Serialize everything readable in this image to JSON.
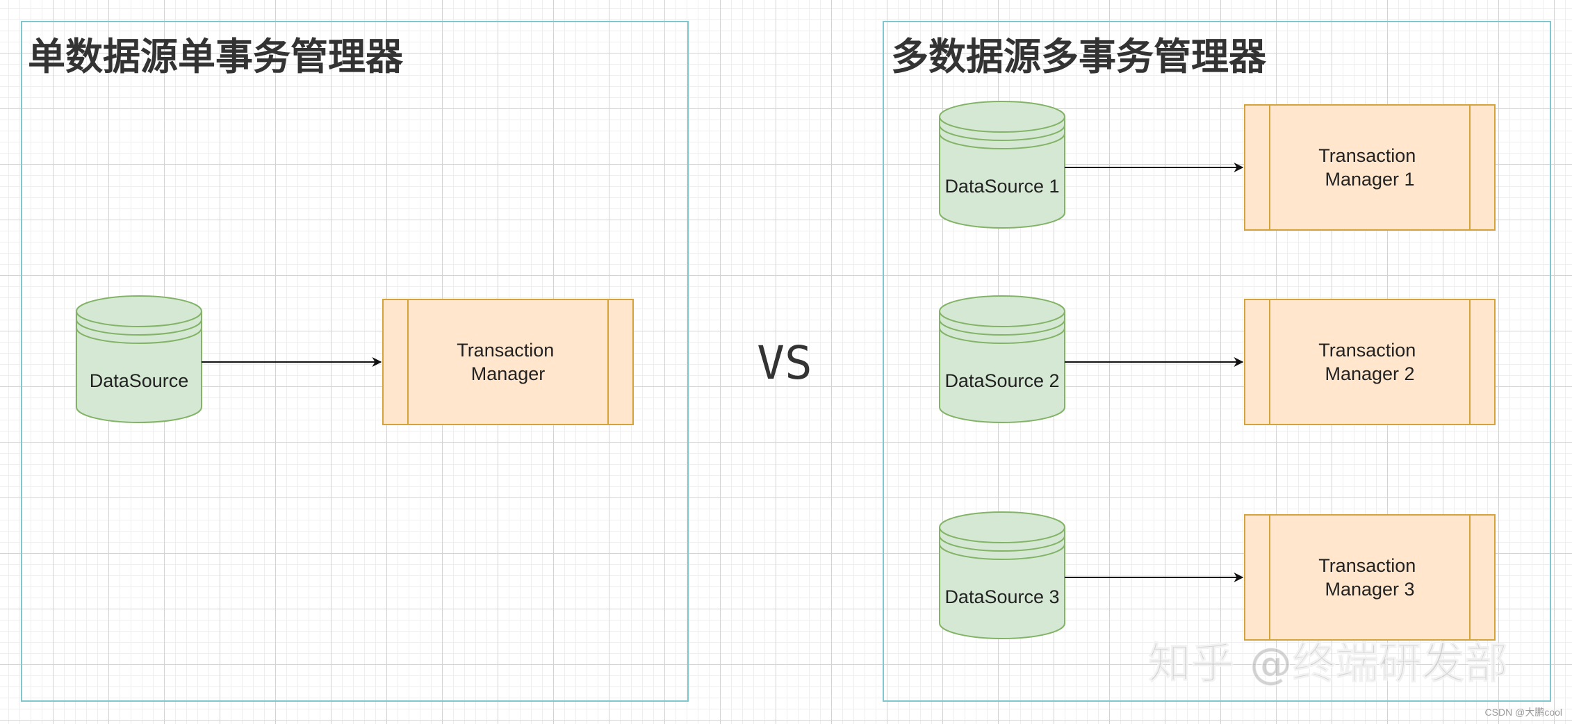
{
  "diagram": {
    "left_group": {
      "title": "单数据源单事务管理器",
      "datasource_label": "DataSource",
      "manager_label_line1": "Transaction",
      "manager_label_line2": "Manager"
    },
    "separator": "VS",
    "right_group": {
      "title": "多数据源多事务管理器",
      "rows": [
        {
          "datasource_label": "DataSource 1",
          "manager_label_line1": "Transaction",
          "manager_label_line2": "Manager 1"
        },
        {
          "datasource_label": "DataSource 2",
          "manager_label_line1": "Transaction",
          "manager_label_line2": "Manager 2"
        },
        {
          "datasource_label": "DataSource 3",
          "manager_label_line1": "Transaction",
          "manager_label_line2": "Manager 3"
        }
      ]
    }
  },
  "watermark": "知乎 @终端研发部",
  "credit": "CSDN @大鹏cool",
  "colors": {
    "container_border": "#7fc6ce",
    "datasource_fill": "#d5e8d4",
    "datasource_stroke": "#82b366",
    "manager_fill": "#ffe6cc",
    "manager_stroke": "#d6a23a",
    "edge": "#111111"
  },
  "icons": {
    "datasource": "database-cylinder-icon",
    "manager": "process-box-icon",
    "edge": "arrow-right-icon"
  }
}
